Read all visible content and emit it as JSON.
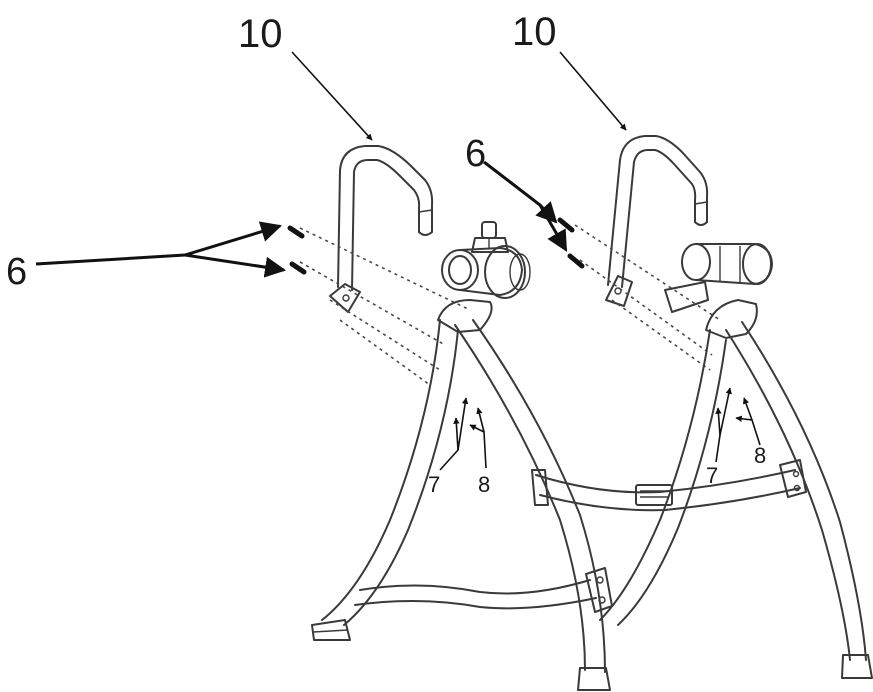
{
  "callouts": {
    "handle_left": "10",
    "handle_right": "10",
    "pins_left": "6",
    "pins_right": "6",
    "bolt_left": "7",
    "washer_left": "8",
    "bolt_right": "7",
    "washer_right": "8"
  }
}
